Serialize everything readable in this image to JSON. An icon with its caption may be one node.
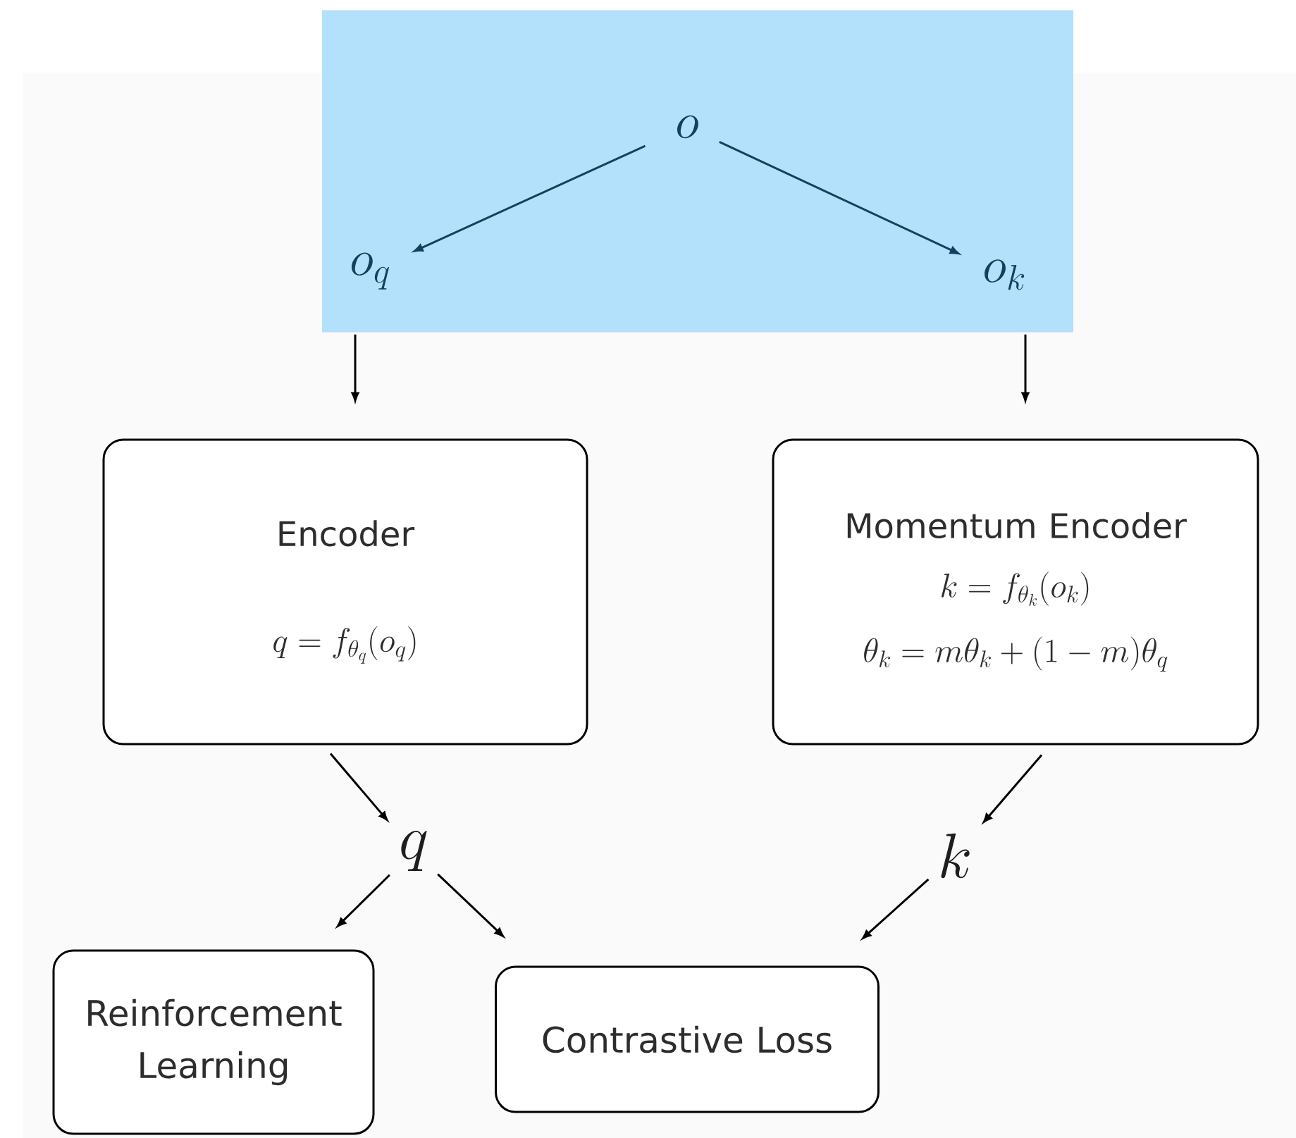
{
  "diagram": {
    "nodes": [
      {
        "text": [],
        "shape": "box"
      },
      {
        "text": [
          "o"
        ],
        "in": 0
      },
      {
        "text": [
          "o_q"
        ],
        "in": 0
      },
      {
        "text": [
          "o_k"
        ],
        "in": 0
      },
      {
        "text": [
          "Encoder",
          "q = f_{\\theta_q}(o_q)"
        ]
      },
      {
        "text": [
          "Momentum Encoder",
          "k = f_{\\theta_k}(o_k)",
          "\\theta_k = m\\theta_k + (1 - m)\\theta_q"
        ]
      },
      {
        "text": [
          "q"
        ]
      },
      {
        "text": [
          "k"
        ]
      },
      {
        "text": [
          "Reinforcement Learning"
        ]
      },
      {
        "text": [
          "Contrastive Loss"
        ]
      }
    ],
    "edges": [
      {
        "from": 1,
        "to": 2,
        "arrow": "to",
        "color": "#14405f"
      },
      {
        "from": 1,
        "to": 3,
        "arrow": "to",
        "color": "#14405f"
      },
      {
        "from": 2,
        "to": 4,
        "arrow": "to"
      },
      {
        "from": 3,
        "to": 5,
        "arrow": "to"
      },
      {
        "from": 4,
        "to": 6,
        "arrow": "to"
      },
      {
        "from": 5,
        "to": 7,
        "arrow": "to"
      },
      {
        "from": 6,
        "to": 8,
        "arrow": "to"
      },
      {
        "from": 6,
        "to": 9,
        "arrow": "to"
      },
      {
        "from": 7,
        "to": 9,
        "arrow": "to"
      }
    ]
  }
}
